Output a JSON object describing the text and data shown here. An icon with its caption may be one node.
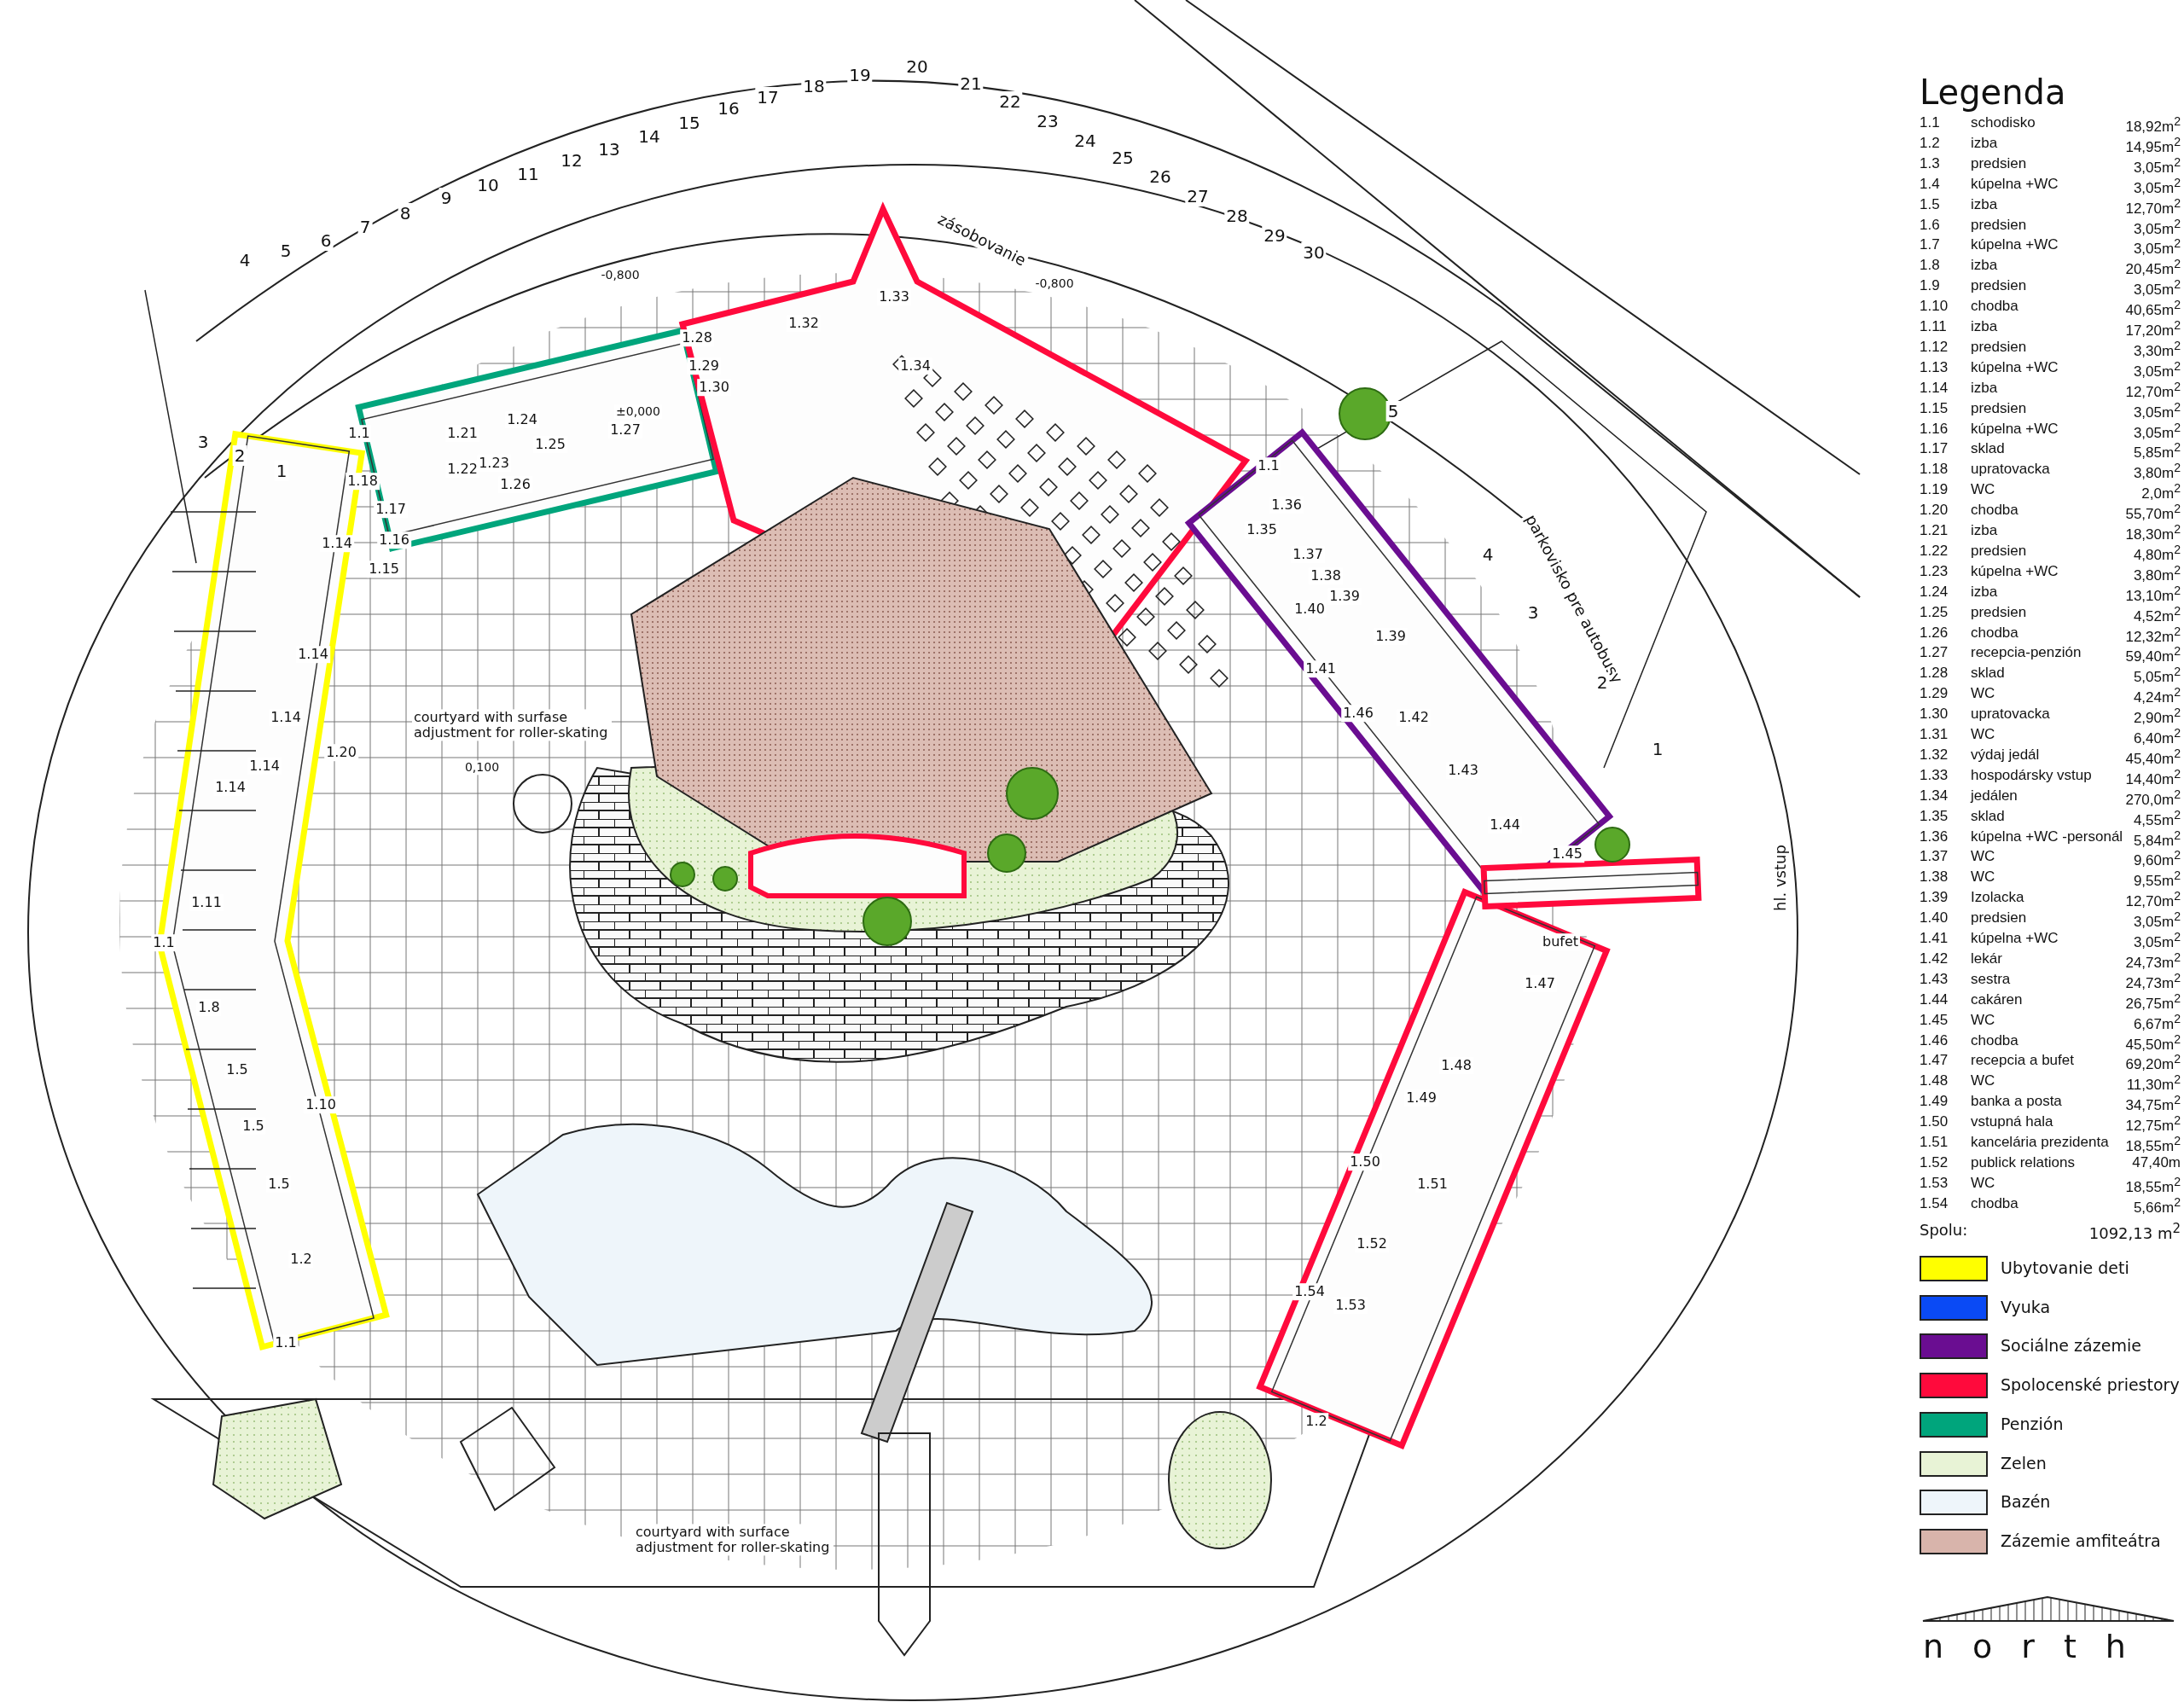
{
  "diagram": {
    "labels": [
      "4",
      "5",
      "6",
      "7",
      "8",
      "9",
      "10",
      "11",
      "12",
      "13",
      "14",
      "15",
      "16",
      "17",
      "18",
      "19",
      "20",
      "21",
      "22",
      "23",
      "24",
      "25",
      "26",
      "27",
      "28",
      "29",
      "30",
      "3",
      "2",
      "1",
      "zásobovanie",
      "-0,800",
      "-0,800",
      "±0,000",
      "parkovisko pre autobusy",
      "5",
      "4",
      "3",
      "2",
      "1",
      "courtyard with surfase adjustment for roller-skating",
      "0,100",
      "hl. vstup",
      "1.1",
      "1.21",
      "1.24",
      "1.25",
      "1.22",
      "1.23",
      "1.26",
      "1.27",
      "1.28",
      "1.29",
      "1.30",
      "1.32",
      "1.33",
      "1.34",
      "1.1",
      "1.36",
      "1.35",
      "1.37",
      "1.38",
      "1.39",
      "1.40",
      "1.39",
      "1.41",
      "1.46",
      "1.42",
      "1.43",
      "1.44",
      "1.45",
      "1.47",
      "bufet",
      "1.48",
      "1.49",
      "1.50",
      "1.51",
      "1.52",
      "1.54",
      "1.53",
      "1.2",
      "1.18",
      "1.17",
      "1.14",
      "1.16",
      "1.15",
      "1.14",
      "1.14",
      "1.20",
      "1.14",
      "1.14",
      "1.1",
      "1.11",
      "1.8",
      "1.5",
      "1.10",
      "1.5",
      "1.5",
      "1.2",
      "1.1",
      "courtyard with surface adjustment for roller-skating",
      "Legenda",
      "1.1",
      "schodisko",
      "18,92m$^{2}$",
      "1.2",
      "izba",
      "14,95m$^{2}$",
      "1.3",
      "predsien",
      "3,05m$^{2}$",
      "1.4",
      "kúpelna +WC",
      "3,05m$^{2}$",
      "1.5",
      "izba",
      "12,70m$^{2}$",
      "1.6",
      "predsien",
      "3,05m$^{2}$",
      "1.7",
      "kúpelna +WC",
      "3,05m$^{2}$",
      "1.8",
      "izba",
      "20,45m$^{2}$",
      "1.9",
      "predsien",
      "3,05m$^{2}$",
      "1.10",
      "chodba",
      "40,65m$^{2}$",
      "1.11",
      "izba",
      "17,20m$^{2}$",
      "1.12",
      "predsien",
      "3,30m$^{2}$",
      "1.13",
      "kúpelna +WC",
      "3,05m$^{2}$",
      "1.14",
      "izba",
      "12,70m$^{2}$",
      "1.15",
      "predsien",
      "3,05m$^{2}$",
      "1.16",
      "kúpelna +WC",
      "3,05m$^{2}$",
      "1.17",
      "sklad",
      "5,85m$^{2}$",
      "1.18",
      "upratovacka",
      "3,80m$^{2}$",
      "1.19",
      "WC",
      "2,0m$^{2}$",
      "1.20",
      "chodba",
      "55,70m$^{2}$",
      "1.21",
      "izba",
      "18,30m$^{2}$",
      "1.22",
      "predsien",
      "4,80m$^{2}$",
      "1.23",
      "kúpelna +WC",
      "3,80m$^{2}$",
      "1.24",
      "izba",
      "13,10m$^{2}$",
      "1.25",
      "predsien",
      "4,52m$^{2}$",
      "1.26",
      "chodba",
      "12,32m$^{2}$",
      "1.27",
      "recepcia-penzión",
      "59,40m$^{2}$",
      "1.28",
      "sklad",
      "5,05m$^{2}$",
      "1.29",
      "WC",
      "4,24m$^{2}$",
      "1.30",
      "upratovacka",
      "2,90m$^{2}$",
      "1.31",
      "WC",
      "6,40m$^{2}$",
      "1.32",
      "výdaj jedál",
      "45,40m$^{2}$",
      "1.33",
      "hospodársky vstup",
      "14,40m$^{2}$",
      "1.34",
      "jedálen",
      "270,0m$^{2}$",
      "1.35",
      "sklad",
      "4,55m$^{2}$",
      "1.36",
      "kúpelna +WC -personál",
      "5,84m$^{2}$",
      "1.37",
      "WC",
      "9,60m$^{2}$",
      "1.38",
      "WC",
      "9,55m$^{2}$",
      "1.39",
      "Izolacka",
      "12,70m$^{2}$",
      "1.40",
      "predsien",
      "3,05m$^{2}$",
      "1.41",
      "kúpelna +WC",
      "3,05m$^{2}$",
      "1.42",
      "lekár",
      "24,73m$^{2}$",
      "1.43",
      "sestra",
      "24,73m$^{2}$",
      "1.44",
      "cakáren",
      "26,75m$^{2}$",
      "1.45",
      "WC",
      "6,67m$^{2}$",
      "1.46",
      "chodba",
      "45,50m$^{2}$",
      "1.47",
      "recepcia a bufet",
      "69,20m$^{2}$",
      "1.48",
      "WC",
      "11,30m$^{2}$",
      "1.49",
      "banka a posta",
      "34,75m$^{2}$",
      "1.50",
      "vstupná hala",
      "12,75m$^{2}$",
      "1.51",
      "kancelária prezidenta",
      "18,55m$^{2}$",
      "1.52",
      "publick relations",
      "47,40m",
      "1.53",
      "WC",
      "18,55m$^{2}$",
      "1.54",
      "chodba",
      "5,66m$^{2}$",
      "Spolu:",
      "1092,13 m$^{2}$",
      "north"
    ],
    "legend": [
      {
        "text": "Ubytovanie deti",
        "color": "#ffff00"
      },
      {
        "text": "Vyuka",
        "color": "#0a4af5"
      },
      {
        "text": "Sociálne zázemie",
        "color": "#6a0d91"
      },
      {
        "text": "Spolocenské priestory",
        "color": "#ff0a3c"
      },
      {
        "text": "Penzión",
        "color": "#00a57c"
      },
      {
        "text": "Zelen",
        "color": "#e8f3d6"
      },
      {
        "text": "Bazén",
        "color": "#eef5fa"
      },
      {
        "text": "Zázemie amfiteátra",
        "color": "#d8b4ab"
      }
    ]
  }
}
